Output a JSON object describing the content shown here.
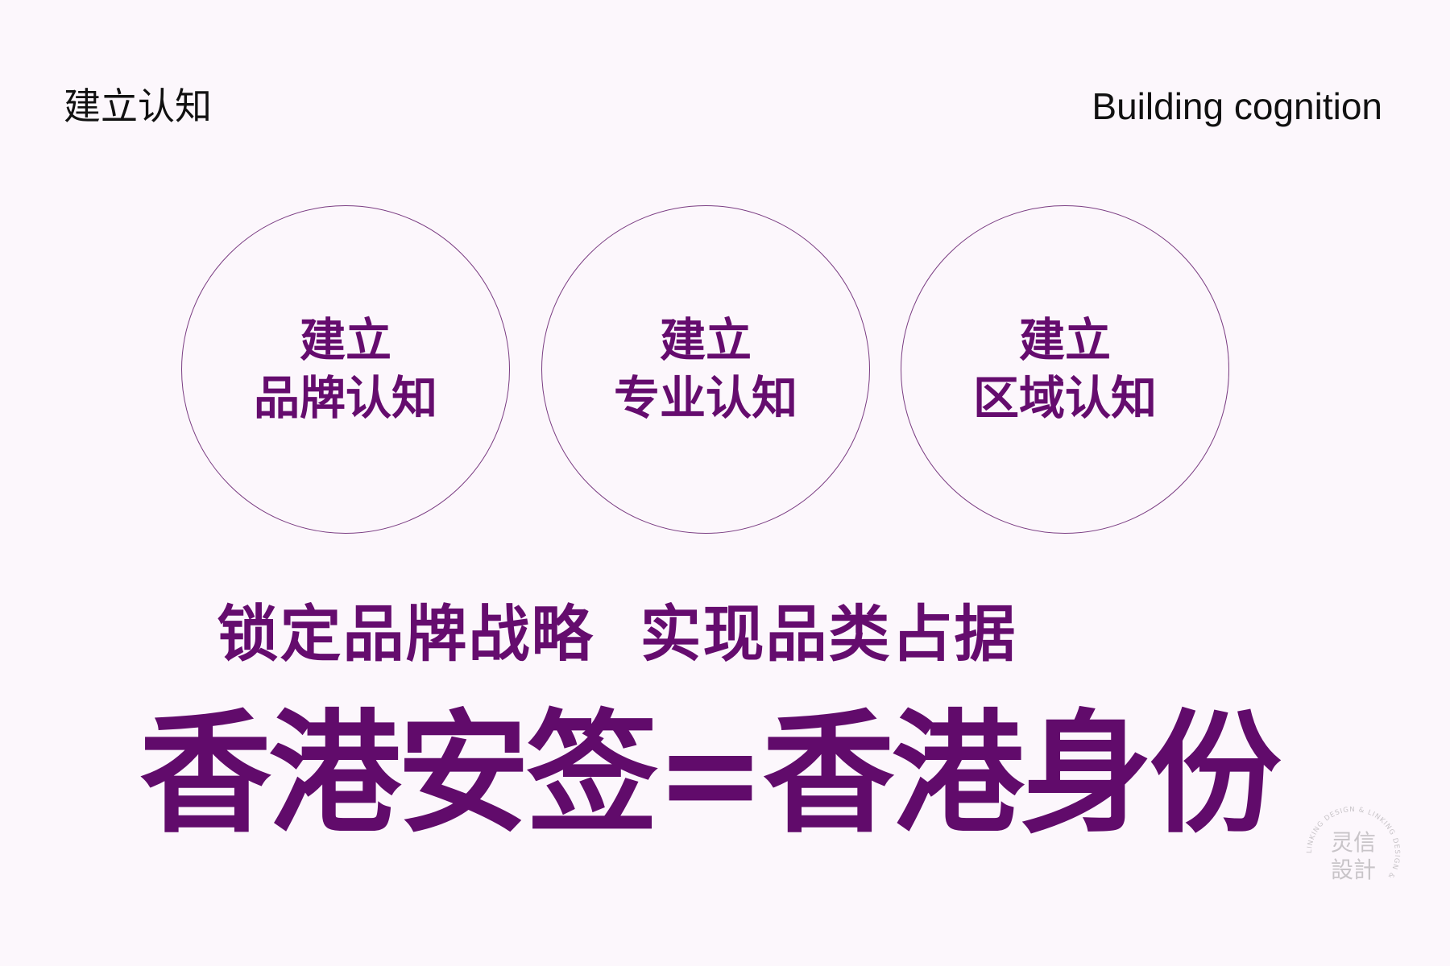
{
  "header": {
    "title_cn": "建立认知",
    "title_en": "Building cognition"
  },
  "circles": [
    {
      "line1": "建立",
      "line2": "品牌认知"
    },
    {
      "line1": "建立",
      "line2": "专业认知"
    },
    {
      "line1": "建立",
      "line2": "区域认知"
    }
  ],
  "subtitle": "锁定品牌战略  实现品类占据",
  "headline": "香港安签=香港身份",
  "watermark": {
    "name_cn_line1": "灵信",
    "name_cn_line2": "設計",
    "ring_text": "LINKING DESIGN & LINKING DESIGN & "
  },
  "colors": {
    "accent": "#650c6e",
    "background": "#fcf7fc",
    "watermark": "#c8c4c8"
  }
}
